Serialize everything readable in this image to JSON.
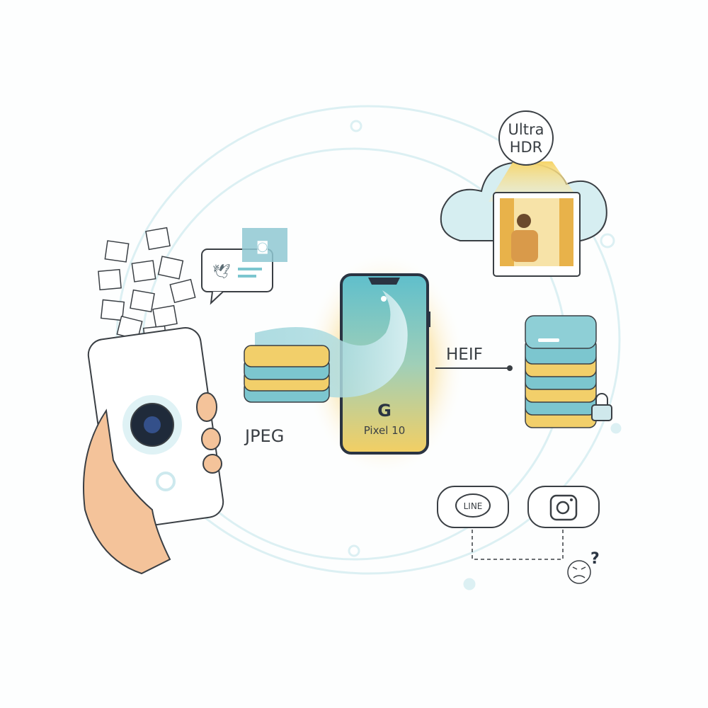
{
  "badge": {
    "line1": "Ultra",
    "line2": "HDR"
  },
  "labels": {
    "jpeg": "JPEG",
    "heif": "HEIF",
    "phone_name": "Pixel 10",
    "phone_logo": "G"
  },
  "apps": {
    "line": "LINE",
    "question": "?"
  },
  "icons": [
    "camera-icon",
    "photo-icon",
    "twitter-bird-icon",
    "lock-icon",
    "instagram-icon",
    "line-chat-icon",
    "angry-face-icon",
    "cloud-icon"
  ],
  "colors": {
    "teal": "#7cc6cf",
    "yellow": "#f2cf6a",
    "outline": "#3a3f44",
    "orbit": "#d8eef1",
    "skin": "#f4c39a"
  }
}
